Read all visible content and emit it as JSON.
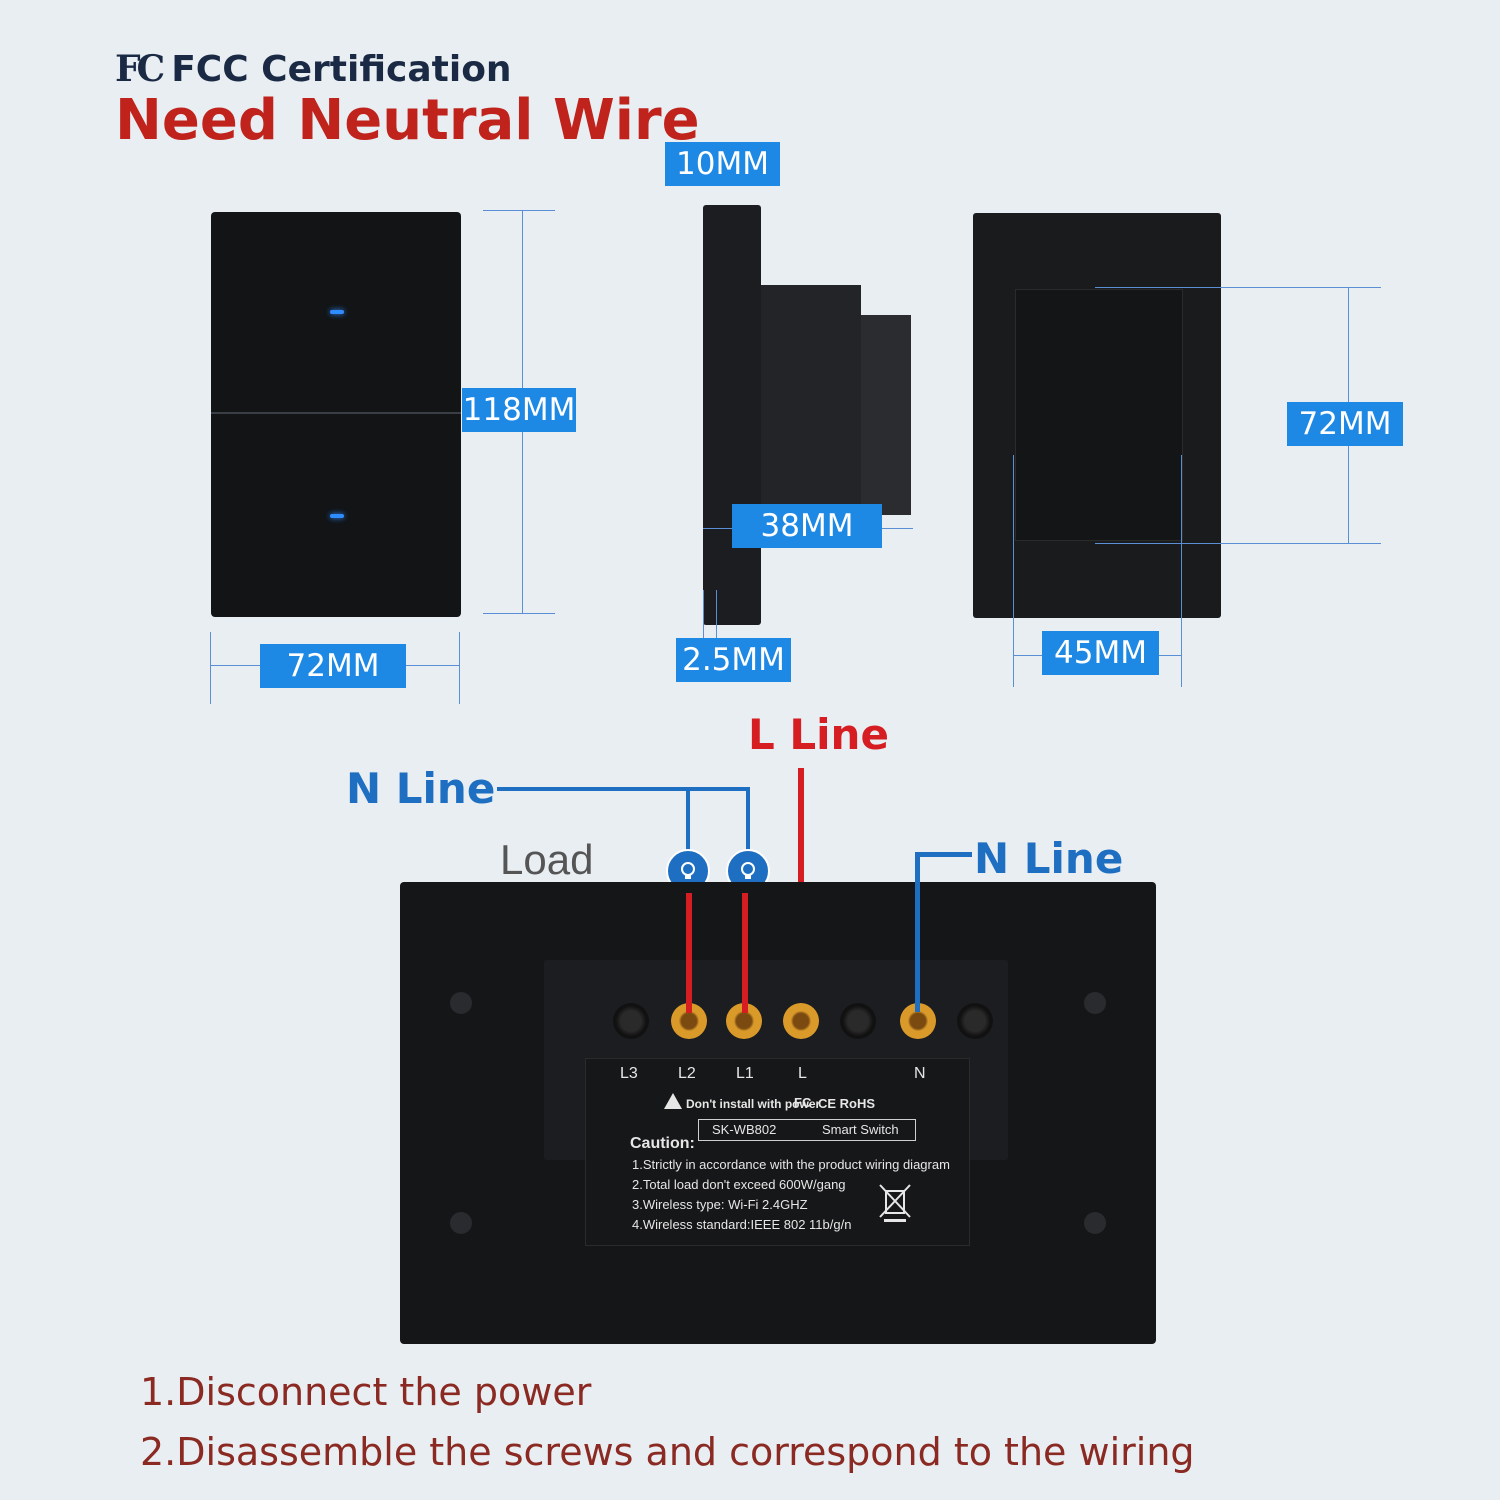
{
  "header": {
    "fcc_logo": "FC",
    "certification": "FCC Certification",
    "title": "Need Neutral Wire"
  },
  "dimensions": {
    "front_height": "118MM",
    "front_width": "72MM",
    "side_depth_top": "10MM",
    "side_depth": "38MM",
    "side_plate": "2.5MM",
    "back_height": "72MM",
    "back_width": "45MM"
  },
  "wiring": {
    "l_line": "L Line",
    "n_line_left": "N Line",
    "n_line_right": "N Line",
    "load": "Load",
    "terminals": [
      "L3",
      "L2",
      "L1",
      "L",
      "N"
    ]
  },
  "label": {
    "warning": "Don't install with power",
    "marks": "CE RoHS",
    "fc_mark": "FC",
    "model": "SK-WB802",
    "product": "Smart Switch",
    "caution_title": "Caution:",
    "caution_lines": [
      "1.Strictly in accordance with the product wiring diagram",
      "2.Total load don't exceed  600W/gang",
      "3.Wireless type: Wi-Fi  2.4GHZ",
      "4.Wireless standard:IEEE 802 11b/g/n"
    ]
  },
  "steps": [
    "1.Disconnect the power",
    "2.Disassemble the screws and correspond to the wiring"
  ],
  "colors": {
    "accent_blue": "#1e88e5",
    "title_red": "#c0221c",
    "n_wire": "#1e6fc2",
    "l_wire": "#d51d22"
  }
}
